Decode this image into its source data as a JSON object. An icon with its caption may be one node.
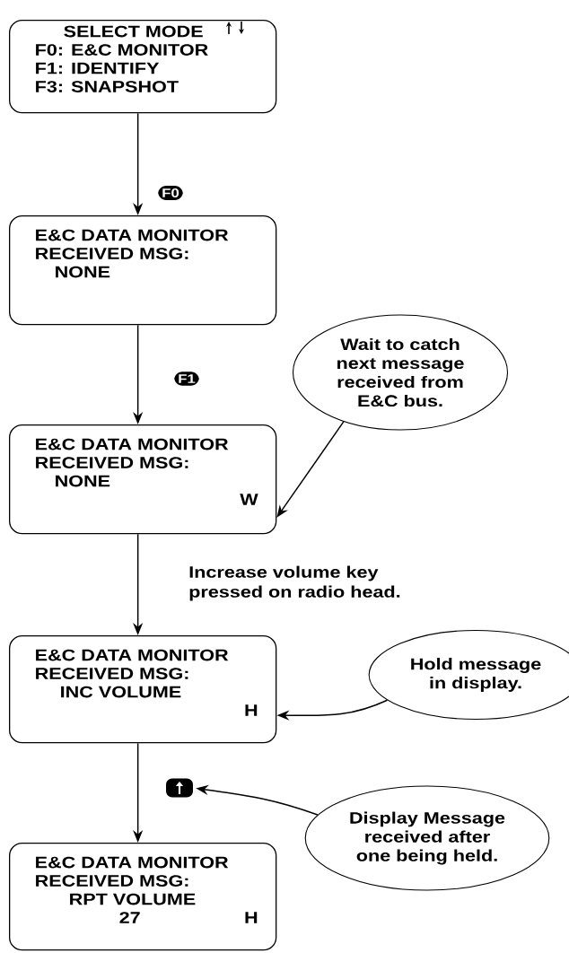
{
  "diagram": {
    "nodes": [
      {
        "text": [
          "SELECT MODE",
          "F0: E&C MONITOR",
          "F1: IDENTIFY",
          "F3: SNAPSHOT"
        ]
      },
      {
        "text": [
          "E&C DATA MONITOR",
          "RECEIVED MSG:",
          "NONE"
        ]
      },
      {
        "text": [
          "E&C DATA MONITOR",
          "RECEIVED MSG:",
          "NONE",
          "W"
        ]
      },
      {
        "text": [
          "E&C DATA MONITOR",
          "RECEIVED MSG:",
          "INC VOLUME",
          "H"
        ]
      },
      {
        "text": [
          "E&C DATA MONITOR",
          "RECEIVED MSG:",
          "RPT VOLUME",
          "27",
          "H"
        ]
      },
      {
        "text": [
          "Wait to catch next message received from E&C bus."
        ]
      },
      {
        "text": [
          "Hold message in display."
        ]
      },
      {
        "text": [],
        "shape": "picture"
      },
      {
        "text": [
          "Display Message received after one being held."
        ]
      }
    ],
    "edges": [
      {
        "from": 0,
        "to": 1,
        "arrow": "to",
        "label": "F0"
      },
      {
        "from": 1,
        "to": 2,
        "arrow": "to",
        "label": "F1"
      },
      {
        "from": 2,
        "to": 3,
        "arrow": "to",
        "label": "Increase volume key pressed on radio head."
      },
      {
        "from": 3,
        "to": 4,
        "arrow": "to"
      },
      {
        "from": 5,
        "to": 2,
        "arrow": "to"
      },
      {
        "from": 6,
        "to": 3,
        "arrow": "to"
      },
      {
        "from": 8,
        "to": 7,
        "arrow": "to"
      }
    ]
  }
}
